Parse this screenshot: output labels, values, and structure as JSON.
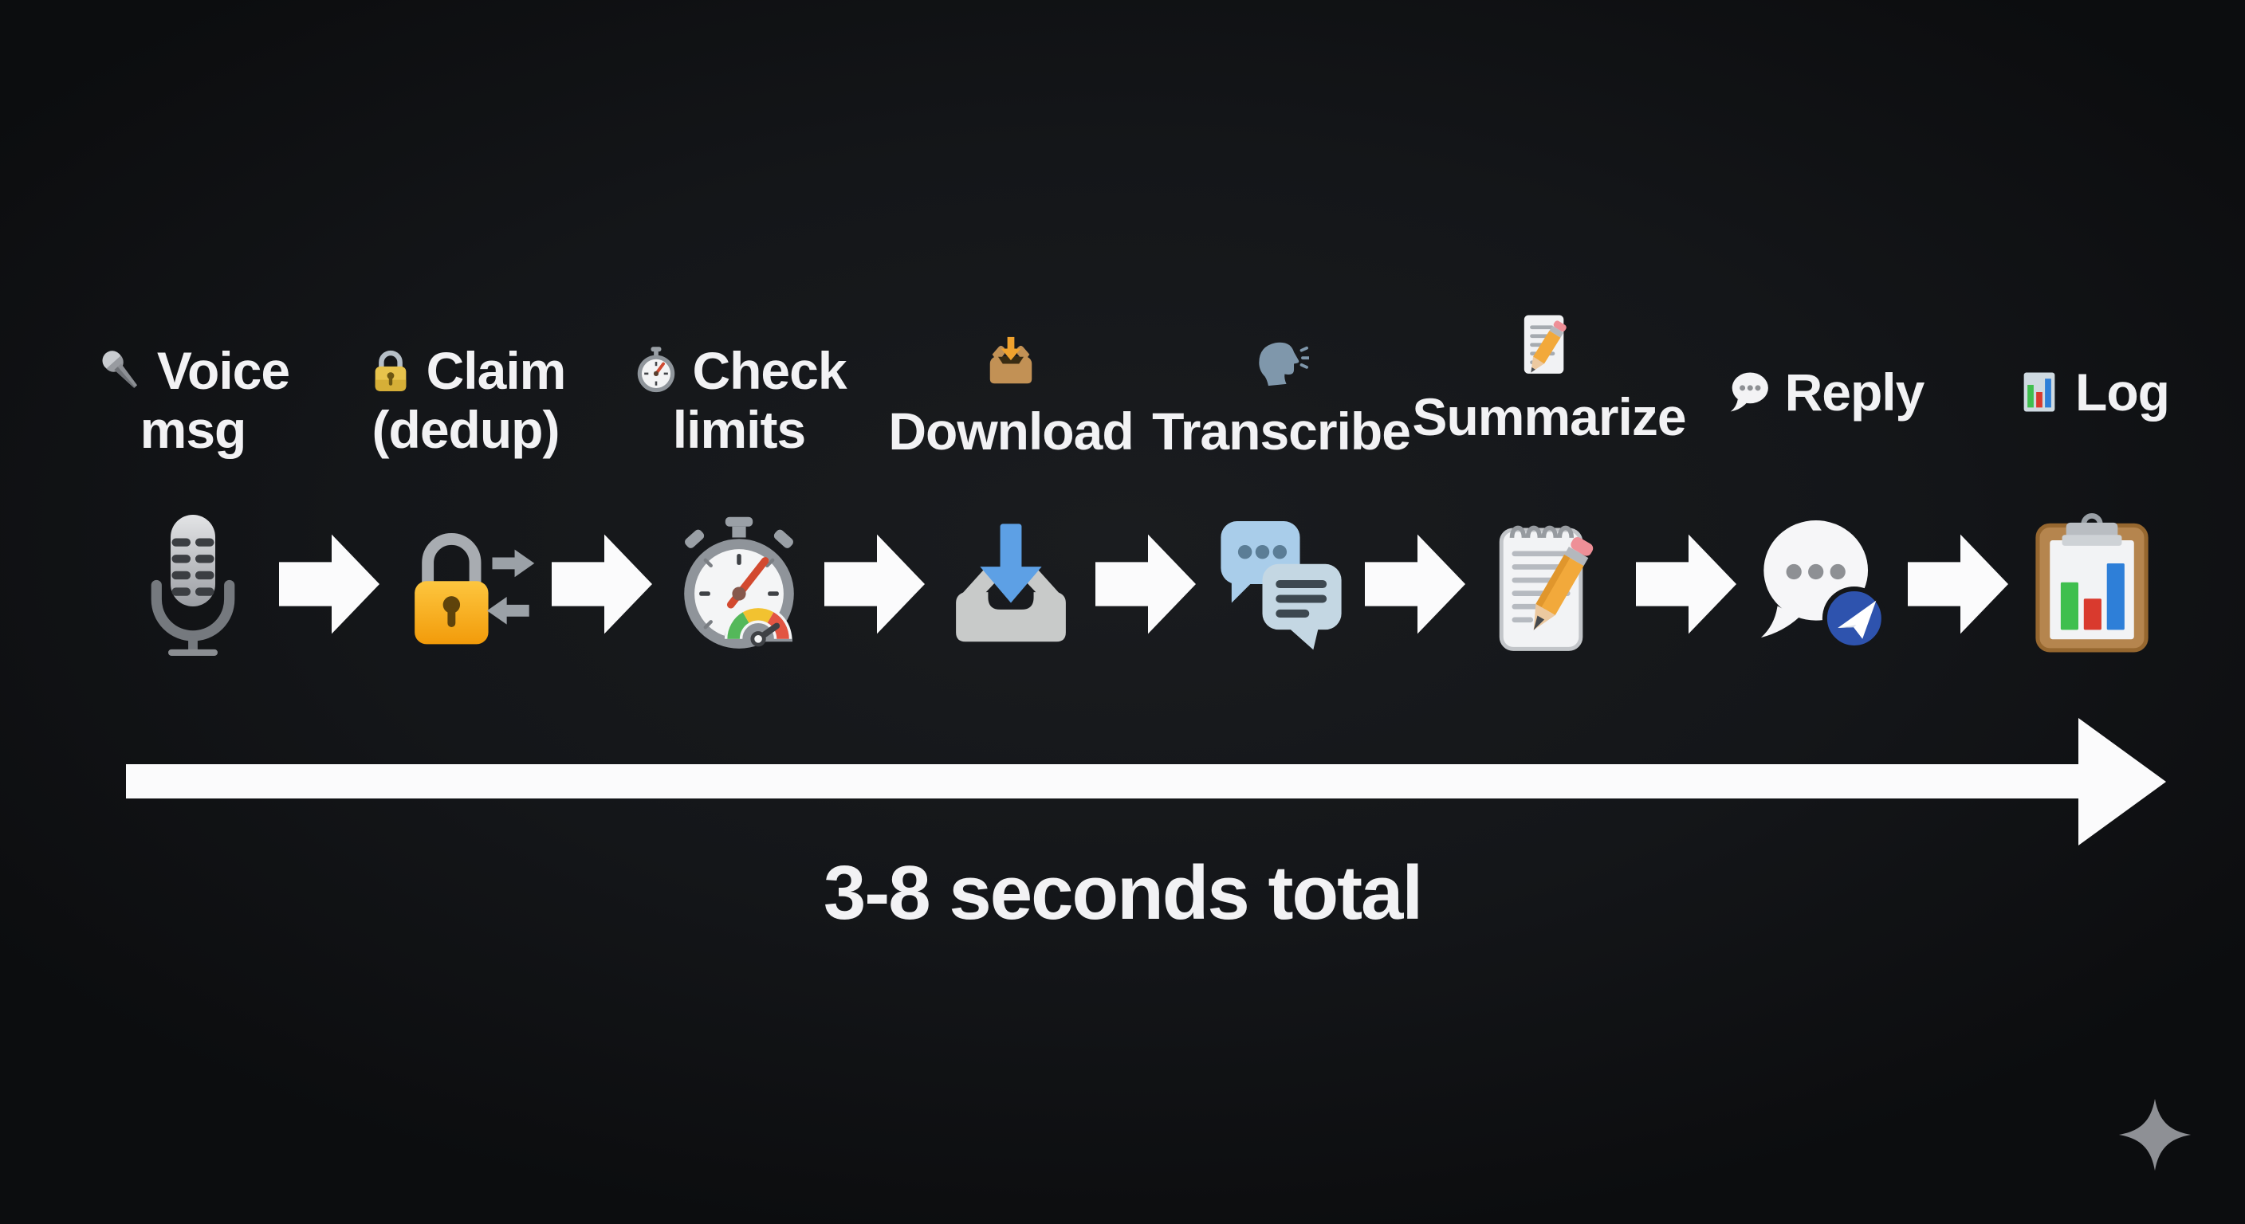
{
  "diagram": {
    "caption": "3-8 seconds total",
    "steps": [
      {
        "label_line1": "Voice",
        "label_line2": "msg",
        "icon": "microphone"
      },
      {
        "label_line1": "Claim",
        "label_line2": "(dedup)",
        "icon": "padlock"
      },
      {
        "label_line1": "Check",
        "label_line2": "limits",
        "icon": "stopwatch"
      },
      {
        "label_line1": "Download",
        "icon": "inbox-tray"
      },
      {
        "label_line1": "Transcribe",
        "icon": "speaking-head"
      },
      {
        "label_line1": "Summarize",
        "icon": "memo-pencil"
      },
      {
        "label_line1": "Reply",
        "icon": "speech-balloon"
      },
      {
        "label_line1": "Log",
        "icon": "bar-chart"
      }
    ]
  },
  "colors": {
    "background": "#141619",
    "background_edge": "#0c0d0f",
    "text": "#f2f2f4",
    "arrow": "#fbfbfc",
    "lock_gold": "#f5a90f",
    "download_blue": "#5da0e5",
    "chat_blue": "#a9cdea",
    "chat_blue_light": "#c4d7e3",
    "pencil_orange": "#f2a93b",
    "badge_blue": "#2e53ae",
    "gauge_green": "#54b85a",
    "gauge_yellow": "#f2c230",
    "gauge_red": "#e25542",
    "bar_green": "#3fbf4e",
    "bar_red": "#d93a2e",
    "bar_blue": "#2e7fd8",
    "sparkle": "#8e9095"
  }
}
